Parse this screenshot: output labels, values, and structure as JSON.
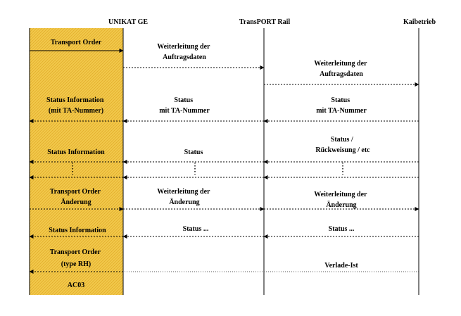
{
  "participants": [
    "UNIKAT GE",
    "TransPORT Rail",
    "Kaibetrieb"
  ],
  "colors": {
    "highlight": "#f2c94c",
    "hatch": "#e3ad2a",
    "line": "#000000",
    "dotted": "#555555"
  },
  "messages": [
    {
      "lines": [
        "Transport Order"
      ],
      "style": "solid"
    },
    {
      "lines": [
        "Weiterleitung der",
        "Auftragsdaten"
      ],
      "style": "dashed"
    },
    {
      "lines": [
        "Weiterleitung der",
        "Auftragsdaten"
      ],
      "style": "dashed"
    },
    {
      "lines": [
        "Status Information",
        "(mit  TA-Nummer)"
      ],
      "style": "dashed"
    },
    {
      "lines": [
        "Status",
        "mit  TA-Nummer"
      ],
      "style": "dashed"
    },
    {
      "lines": [
        "Status",
        "mit  TA-Nummer"
      ],
      "style": "dashed"
    },
    {
      "lines": [
        "Status Information"
      ],
      "style": "dashed"
    },
    {
      "lines": [
        "Status"
      ],
      "style": "dashed"
    },
    {
      "lines": [
        "Status /",
        "Rückweisung / etc"
      ],
      "style": "dashed"
    },
    {
      "lines": [
        "Transport Order",
        "Änderung"
      ],
      "style": "dashed"
    },
    {
      "lines": [
        "Weiterleitung der",
        "Änderung"
      ],
      "style": "dashed"
    },
    {
      "lines": [
        "Weiterleitung der",
        "Änderung"
      ],
      "style": "dashed"
    },
    {
      "lines": [
        "Status Information"
      ],
      "style": "dashed"
    },
    {
      "lines": [
        "Status ..."
      ],
      "style": "dashed"
    },
    {
      "lines": [
        "Status ..."
      ],
      "style": "dashed"
    },
    {
      "lines": [
        "Transport Order",
        "(type RH)"
      ],
      "style": "dashed"
    },
    {
      "lines": [
        "Verlade-Ist"
      ],
      "style": "dotted"
    },
    {
      "lines": [
        "AC03"
      ],
      "style": "none"
    }
  ],
  "continuation_rows": 3
}
